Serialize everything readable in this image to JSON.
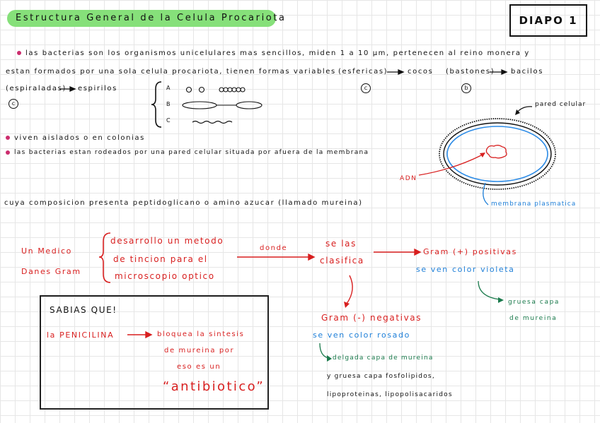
{
  "title": "Estructura General de la Celula Procariota",
  "slide_label": "DIAPO 1",
  "intro": {
    "line1": "las bacterias son los organismos unicelulares mas sencillos, miden 1 a 10 μm, pertenecen al reino monera y",
    "line2_start": "estan formados por una sola celula procariota, tienen formas variables",
    "esfericas": "(esfericas)",
    "cocos": "cocos",
    "bastones": "(bastones)",
    "bacilos": "bacilos",
    "espiraladas": "(espiraladas)",
    "espirilos": "espirilos",
    "circle_c1": "c",
    "circle_c2": "c",
    "circle_b": "b",
    "shape_labels": [
      "A",
      "B",
      "C"
    ]
  },
  "bullets": {
    "b2": "viven aislados o en colonias",
    "b3": "las bacterias estan rodeados por una pared celular situada por afuera de la membrana",
    "b3_cont": "cuya composicion presenta peptidoglicano o amino azucar (llamado mureina)"
  },
  "cell_labels": {
    "pared": "pared celular",
    "adn": "ADN",
    "membrana": "membrana plasmatica"
  },
  "gram": {
    "medico1": "Un Medico",
    "medico2": "Danes Gram",
    "desarrollo1": "desarrollo un metodo",
    "desarrollo2": "de tincion para el",
    "desarrollo3": "microscopio optico",
    "donde": "donde",
    "clasifica1": "se las",
    "clasifica2": "clasifica",
    "positivas": "Gram (+) positivas",
    "violeta": "se ven color violeta",
    "gruesa1": "gruesa capa",
    "gruesa2": "de mureina",
    "negativas": "Gram (-) negativas",
    "rosado": "se ven color rosado",
    "delgada1": "delgada capa de mureina",
    "delgada2": "y gruesa capa fosfolipidos,",
    "delgada3": "lipoproteinas, lipopolisacaridos"
  },
  "sabias": {
    "heading": "SABIAS QUE!",
    "penicilina": "la PENICILINA",
    "bloquea1": "bloquea la sintesis",
    "bloquea2": "de mureina por",
    "bloquea3": "eso es un",
    "antibiotico": "“antibiotico”"
  },
  "colors": {
    "highlight": "#86e07a",
    "red": "#d81f1f",
    "blue": "#1e7fd8",
    "green": "#1a7a4c",
    "bullet": "#cc2d6e"
  }
}
